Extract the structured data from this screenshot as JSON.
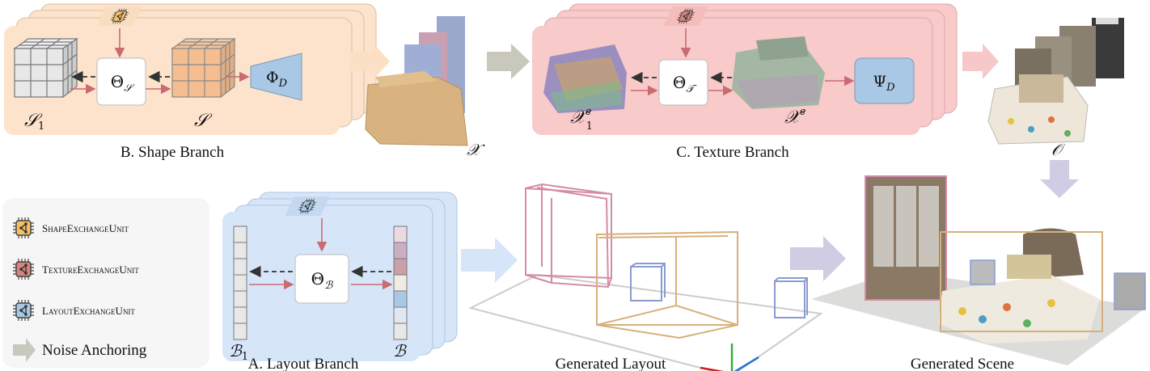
{
  "shape_branch": {
    "caption": "B. Shape Branch",
    "operator": "Θ",
    "operator_sub": "𝒮",
    "input_label": "𝒮",
    "input_sub": "1",
    "output_label": "𝒮",
    "decoder": "Φ",
    "decoder_sub": "D",
    "color": "#fde3cc",
    "chip_color": "#f3c062"
  },
  "shape_output": {
    "label": "𝒳"
  },
  "texture_branch": {
    "caption": "C. Texture Branch",
    "operator": "Θ",
    "operator_sub": "𝒯",
    "input_label": "𝒳",
    "input_sup": "e",
    "input_sub": "1",
    "output_label": "𝒳",
    "output_sup": "e",
    "decoder": "Ψ",
    "decoder_sub": "D",
    "color": "#f8caca",
    "chip_color": "#d9837c"
  },
  "texture_output": {
    "label": "𝒪"
  },
  "layout_branch": {
    "caption": "A. Layout Branch",
    "operator": "Θ",
    "operator_sub": "ℬ",
    "input_label": "ℬ",
    "input_sub": "1",
    "output_label": "ℬ",
    "color": "#d6e6f8",
    "chip_color": "#a9c8e6"
  },
  "generated_layout": {
    "caption": "Generated Layout"
  },
  "generated_scene": {
    "caption": "Generated Scene"
  },
  "legend": {
    "items": [
      {
        "label": "ShapeExchangeUnit",
        "color": "#f3c062"
      },
      {
        "label": "TextureExchangeUnit",
        "color": "#d9837c"
      },
      {
        "label": "LayoutExchangeUnit",
        "color": "#a9c8e6"
      }
    ],
    "noise_anchoring": "Noise Anchoring"
  }
}
